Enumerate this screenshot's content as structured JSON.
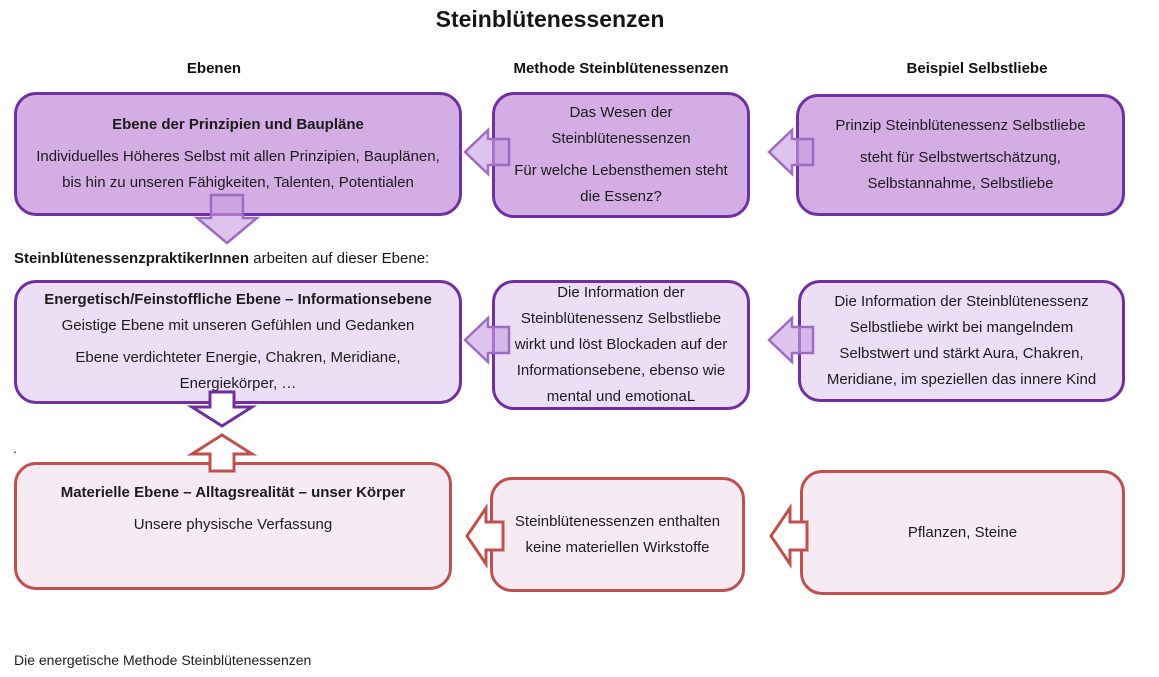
{
  "title": "Steinblütenessenzen",
  "headers": {
    "col1": "Ebenen",
    "col2": "Methode Steinblütenessenzen",
    "col3": "Beispiel Selbstliebe"
  },
  "practitioner_note": {
    "bold": "SteinblütenessenzpraktikerInnen",
    "rest": " arbeiten auf dieser Ebene:"
  },
  "boxes": {
    "r1c1": {
      "heading": "Ebene der Prinzipien und Baupläne",
      "p1": "Individuelles Höheres Selbst mit allen Prinzipien, Bauplänen, bis hin zu unseren Fähigkeiten, Talenten, Potentialen"
    },
    "r1c2": {
      "p1": "Das Wesen der Steinblütenessenzen",
      "p2": "Für welche Lebensthemen steht die Essenz?"
    },
    "r1c3": {
      "p1": "Prinzip Steinblütenessenz Selbstliebe",
      "p2": "steht für Selbstwertschätzung, Selbstannahme, Selbstliebe"
    },
    "r2c1": {
      "heading": "Energetisch/Feinstoffliche Ebene – Informationsebene",
      "p1": "Geistige Ebene mit unseren Gefühlen und Gedanken",
      "p2": "Ebene verdichteter Energie, Chakren, Meridiane, Energiekörper, …"
    },
    "r2c2": {
      "p1": "Die Information der Steinblütenessenz Selbstliebe wirkt und löst Blockaden auf der Informationsebene, ebenso wie mental und emotionaL"
    },
    "r2c3": {
      "p1": "Die Information der Steinblütenessenz Selbstliebe wirkt bei mangelndem Selbstwert und stärkt Aura, Chakren, Meridiane, im speziellen das innere Kind"
    },
    "r3c1": {
      "heading": "Materielle Ebene – Alltagsrealität – unser Körper",
      "p1": "Unsere physische Verfassung"
    },
    "r3c2": {
      "p1": "Steinblütenessenzen enthalten keine materiellen Wirkstoffe"
    },
    "r3c3": {
      "p1": "Pflanzen, Steine"
    }
  },
  "stray_mark": ".",
  "footer": "Die energetische Methode Steinblütenessenzen",
  "colors": {
    "purple_border": "#7030a0",
    "purple_fill_strong": "#d5ade5",
    "purple_fill_light": "#ebdef5",
    "red_border": "#c0504d",
    "pink_fill": "#f6eaf3",
    "arrow_purple_fill": "#c9a0e2",
    "arrow_purple_stroke": "#9d6bc3"
  }
}
